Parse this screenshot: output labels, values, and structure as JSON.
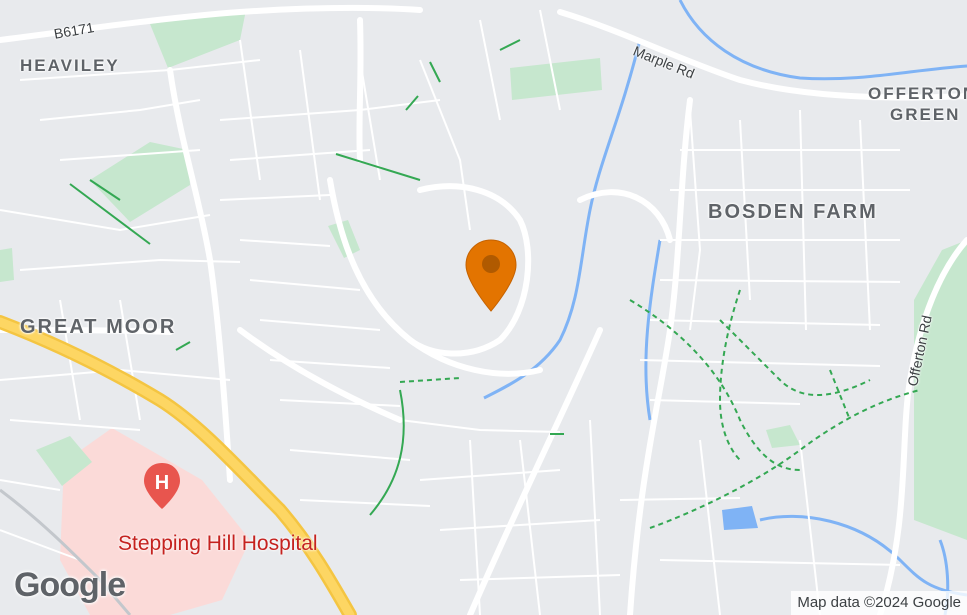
{
  "map": {
    "places": {
      "heaviley": "HEAVILEY",
      "offerton_green_1": "OFFERTON",
      "offerton_green_2": "GREEN",
      "bosden_farm": "BOSDEN FARM",
      "great_moor": "GREAT MOOR"
    },
    "roads": {
      "b6171": "B6171",
      "marple_rd": "Marple Rd",
      "offerton_rd": "Offerton Rd"
    },
    "poi": {
      "hospital_name": "Stepping Hill Hospital",
      "hospital_icon": "hospital-h-icon",
      "hospital_icon_letter": "H"
    },
    "marker": {
      "icon": "map-pin-icon",
      "color": "#e37400"
    },
    "attribution": "Map data ©2024 Google",
    "logo": "Google",
    "colors": {
      "land": "#e8eaed",
      "road": "#ffffff",
      "major_road": "#fdd663",
      "park": "#c6e7ce",
      "water": "#7fb3f5",
      "hospital_area": "#fbdad8",
      "hospital_red": "#e8554e",
      "path": "#34a853"
    }
  }
}
